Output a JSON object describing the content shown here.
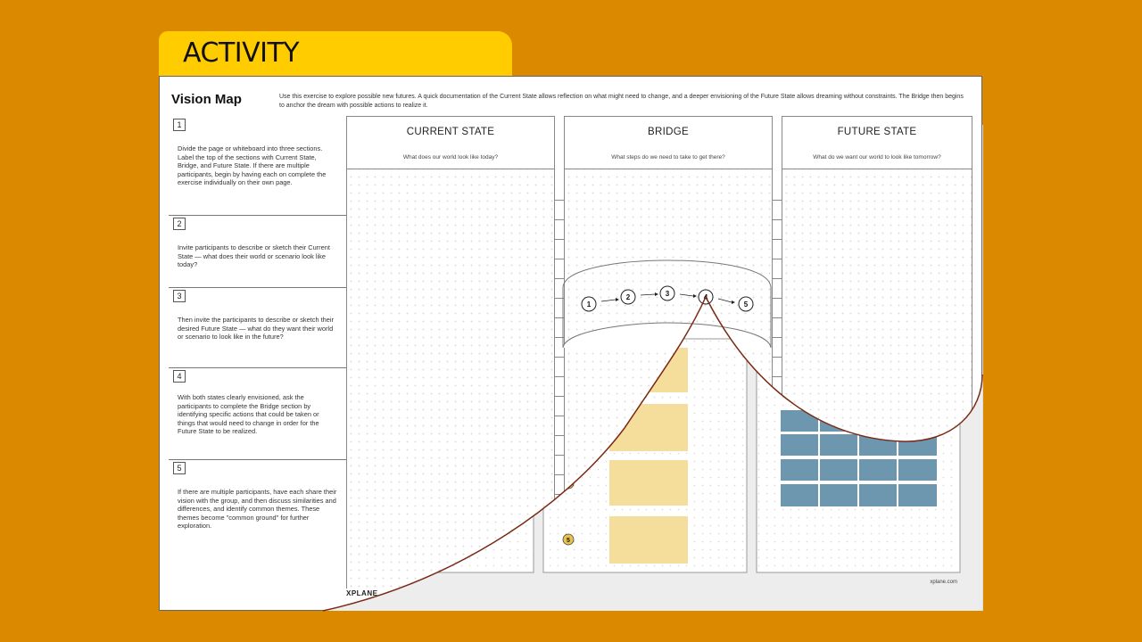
{
  "banner": {
    "title": "ACTIVITY WALKTHROUGH"
  },
  "sheet": {
    "title": "Vision Map",
    "intro": "Use this exercise to explore possible new futures. A quick documentation of the Current State allows reflection on what might need to change, and a deeper envisioning of the Future State allows dreaming without constraints. The Bridge then begins to anchor the dream with possible actions to realize it.",
    "steps": [
      {
        "num": "1",
        "text": "Divide the page or whiteboard into three sections. Label the top of the sections with Current State, Bridge, and Future State. If there are multiple participants, begin by having each on complete the exercise individually on their own page."
      },
      {
        "num": "2",
        "text": "Invite participants to describe or sketch their Current State — what does their world or scenario look like today?"
      },
      {
        "num": "3",
        "text": "Then invite the participants to describe or sketch their desired Future State — what do they want their world or scenario to look like in the future?"
      },
      {
        "num": "4",
        "text": "With both states clearly envisioned, ask the participants to complete the Bridge section by identifying specific actions that could be taken or things that would need to change in order for the Future State to be realized."
      },
      {
        "num": "5",
        "text": "If there are multiple participants, have each share their vision with the group, and then discuss similarities and differences, and identify common themes. These themes become \"common ground\" for further exploration."
      }
    ],
    "columns": [
      {
        "title": "CURRENT STATE",
        "question": "What does our world look like today?"
      },
      {
        "title": "BRIDGE",
        "question": "What steps do we need to take to get there?"
      },
      {
        "title": "FUTURE STATE",
        "question": "What do we want our world to look like tomorrow?"
      }
    ],
    "bridge_steps": [
      "1",
      "2",
      "3",
      "4",
      "5"
    ],
    "underlay_steps": [
      "1",
      "2",
      "3",
      "4",
      "5"
    ],
    "footer_logo": "XPLANE",
    "footer_url": "xplane.com"
  },
  "colors": {
    "background": "#DB8A00",
    "banner": "#FFCC00",
    "sticky_note": "#F5DE9C",
    "grid_card": "#6C97AE",
    "curl_edge": "#7A2A14"
  }
}
